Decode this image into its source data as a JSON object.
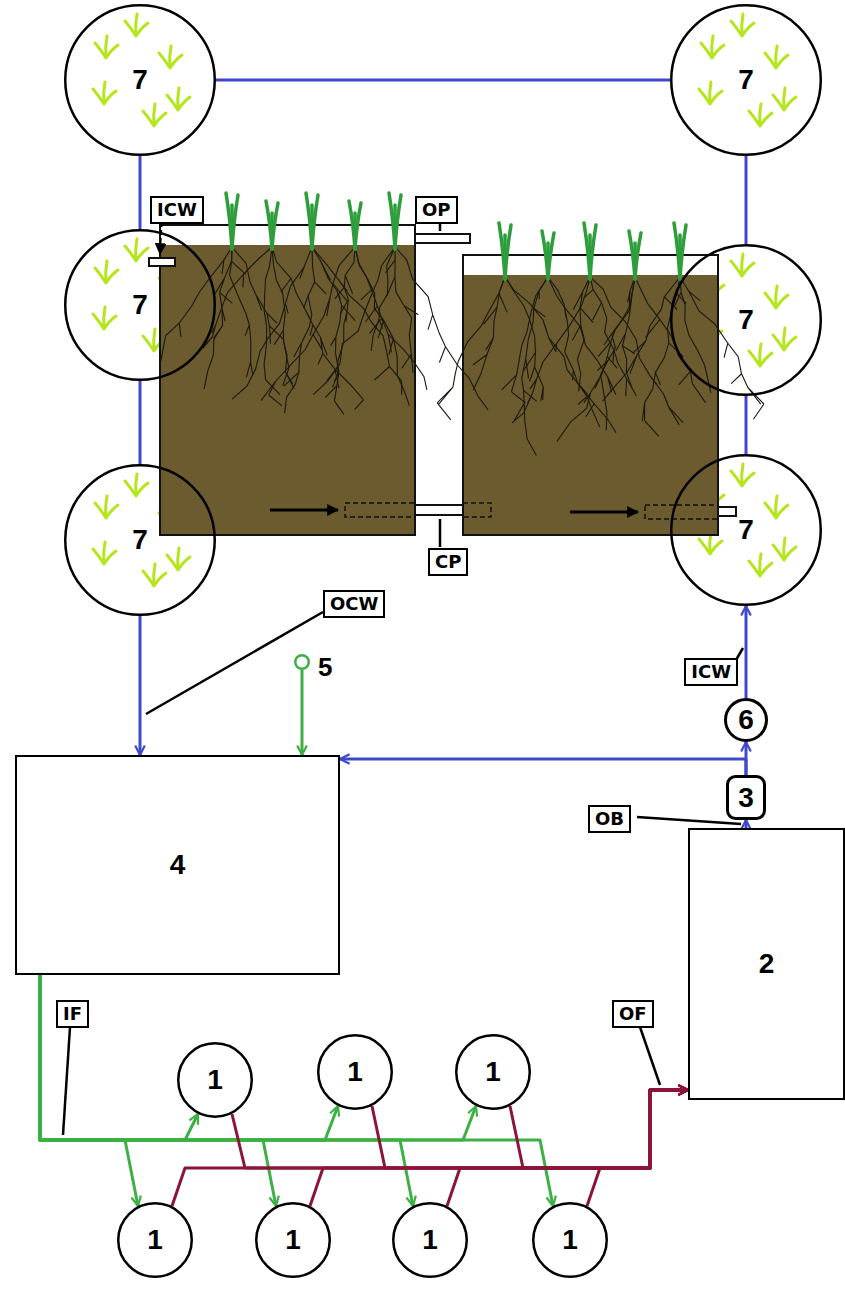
{
  "diagram": {
    "nodes": [
      {
        "text": [
          "7"
        ]
      },
      {
        "text": [
          "7"
        ]
      },
      {
        "text": [
          "7"
        ]
      },
      {
        "text": [
          "7"
        ]
      },
      {
        "text": [
          "7"
        ]
      },
      {
        "text": [
          "7"
        ]
      },
      {
        "text": [
          "5"
        ]
      },
      {
        "text": [
          "4"
        ]
      },
      {
        "text": [
          "6"
        ]
      },
      {
        "text": [
          "3"
        ]
      },
      {
        "text": [
          "2"
        ]
      },
      {
        "text": [
          "1"
        ]
      },
      {
        "text": [
          "1"
        ]
      },
      {
        "text": [
          "1"
        ]
      },
      {
        "text": [
          "1"
        ]
      },
      {
        "text": [
          "1"
        ]
      },
      {
        "text": [
          "1"
        ]
      },
      {
        "text": [
          "1"
        ]
      }
    ],
    "edges": [
      {
        "from": 0,
        "to": 1,
        "arrow": "none"
      },
      {
        "from": 0,
        "to": 2,
        "arrow": "none"
      },
      {
        "from": 2,
        "to": 4,
        "arrow": "none"
      },
      {
        "from": 1,
        "to": 3,
        "arrow": "none"
      },
      {
        "from": 3,
        "to": 5,
        "arrow": "none"
      },
      {
        "from": 4,
        "to": 7,
        "arrow": "to"
      },
      {
        "from": 8,
        "to": 5,
        "arrow": "to"
      },
      {
        "from": 9,
        "to": 8,
        "arrow": "to"
      },
      {
        "from": 9,
        "to": 7,
        "arrow": "to"
      },
      {
        "from": 10,
        "to": 9,
        "arrow": "to"
      },
      {
        "from": 6,
        "to": 7,
        "arrow": "to"
      },
      {
        "from": 7,
        "to": 11,
        "arrow": "to"
      },
      {
        "from": 7,
        "to": 12,
        "arrow": "to"
      },
      {
        "from": 7,
        "to": 13,
        "arrow": "to"
      },
      {
        "from": 7,
        "to": 14,
        "arrow": "to"
      },
      {
        "from": 7,
        "to": 15,
        "arrow": "to"
      },
      {
        "from": 7,
        "to": 16,
        "arrow": "to"
      },
      {
        "from": 7,
        "to": 17,
        "arrow": "to"
      },
      {
        "from": 11,
        "to": 10,
        "arrow": "to"
      },
      {
        "from": 12,
        "to": 10,
        "arrow": "to"
      },
      {
        "from": 13,
        "to": 10,
        "arrow": "to"
      },
      {
        "from": 14,
        "to": 10,
        "arrow": "to"
      },
      {
        "from": 15,
        "to": 10,
        "arrow": "to"
      },
      {
        "from": 16,
        "to": 10,
        "arrow": "to"
      },
      {
        "from": 17,
        "to": 10,
        "arrow": "to"
      }
    ],
    "labels": [
      "ICW",
      "OP",
      "CP",
      "OCW",
      "ICW",
      "OB",
      "IF",
      "OF"
    ]
  }
}
